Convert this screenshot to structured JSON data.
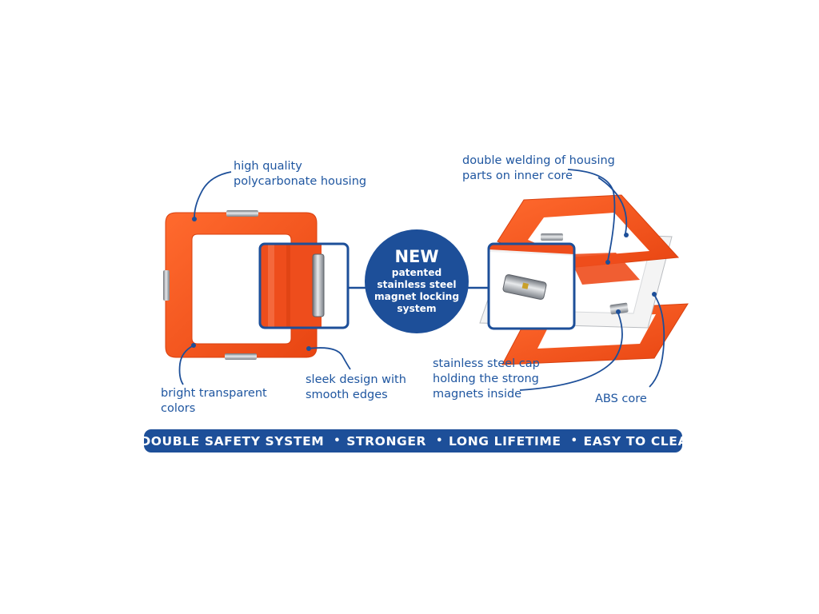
{
  "labels": {
    "housing": [
      "high quality",
      "polycarbonate housing"
    ],
    "colors": [
      "bright transparent",
      "colors"
    ],
    "sleek": [
      "sleek design with",
      "smooth edges"
    ],
    "welding": [
      "double welding of housing",
      "parts on inner core"
    ],
    "cap": [
      "stainless steel cap",
      "holding the strong",
      "magnets inside"
    ],
    "abs": [
      "ABS core"
    ]
  },
  "badge": {
    "title": "NEW",
    "lines": [
      "patented",
      "stainless steel",
      "magnet locking",
      "system"
    ]
  },
  "benefits": {
    "bullet": "•",
    "items": [
      "DOUBLE SAFETY SYSTEM",
      "STRONGER",
      "LONG LIFETIME",
      "EASY TO CLEAN"
    ]
  },
  "colors": {
    "brand_blue": "#1d4f99",
    "label_blue": "#1f56a0",
    "tile_orange": "#f0501e",
    "core_white": "#f4f4f4",
    "steel": "#a9adb3"
  }
}
